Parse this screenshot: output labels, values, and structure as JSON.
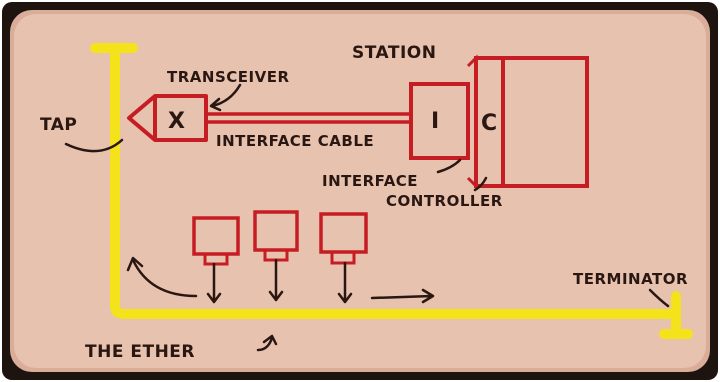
{
  "diagram": {
    "labels": {
      "station": "STATION",
      "transceiver": "TRANSCEIVER",
      "tap": "TAP",
      "interface_cable": "INTERFACE CABLE",
      "interface": "INTERFACE",
      "controller": "CONTROLLER",
      "terminator": "TERMINATOR",
      "the_ether": "THE ETHER",
      "transceiver_box": "X",
      "interface_box": "I",
      "controller_box": "C"
    },
    "colors": {
      "paper": "#e7c2ae",
      "frame": "#1e140f",
      "ether_cable": "#f4e21b",
      "ink_red": "#c51d23",
      "ink_dark": "#2a1712"
    }
  }
}
